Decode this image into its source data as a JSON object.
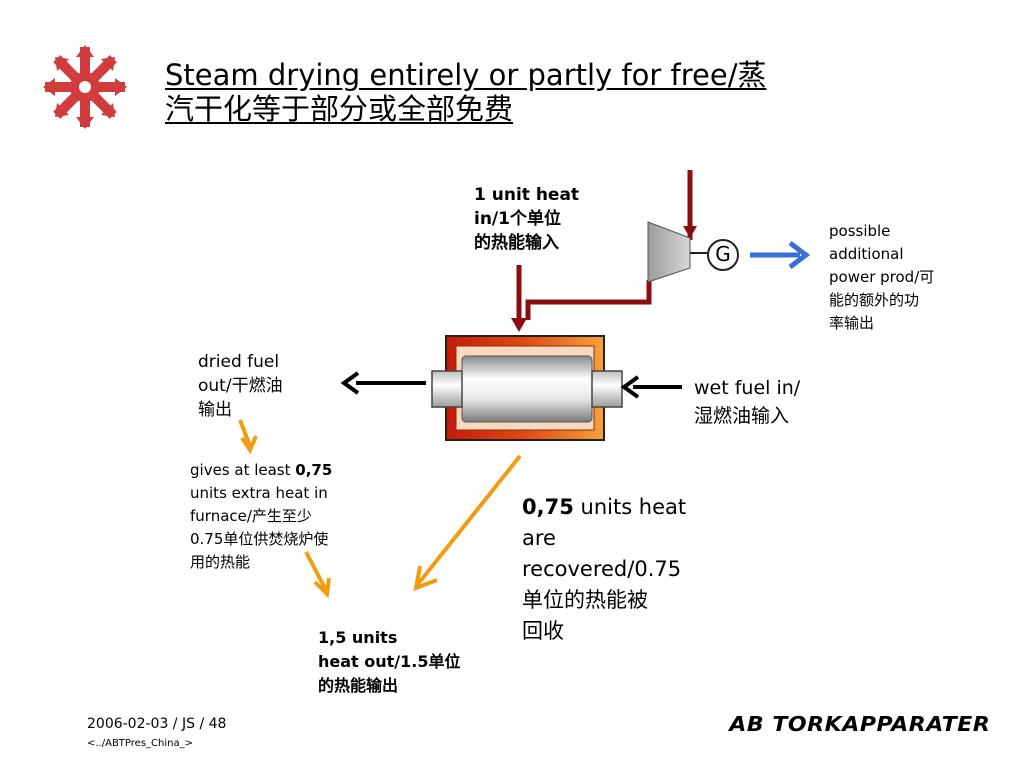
{
  "title": {
    "line1": "Steam drying entirely or partly for free/蒸",
    "line2": "汽干化等于部分或全部免费"
  },
  "labels": {
    "heat_in": [
      "1 unit heat",
      "in/1个单位",
      "的热能输入"
    ],
    "generator": "G",
    "power_out": [
      "possible",
      "additional",
      "power prod/可",
      "能的额外的功",
      "率输出"
    ],
    "dried_fuel": [
      "dried fuel",
      "out/干燃油",
      "输出"
    ],
    "wet_fuel": [
      "wet fuel in/",
      "湿燃油输入"
    ],
    "extra_heat": {
      "line1_prefix": "gives at least ",
      "line1_value": "0,75",
      "line2": "units extra heat in",
      "line3": "furnace/产生至少",
      "line4": "0.75单位供焚烧炉使",
      "line5": "用的热能"
    },
    "recovered": {
      "value": "0,75",
      "line1_suffix": " units heat",
      "line2": "are",
      "line3": "recovered/0.75",
      "line4": "单位的热能被",
      "line5": "回收"
    },
    "heat_out": {
      "symbol": "",
      "line1": " 1,5 units",
      "line2": "heat out/1.5单位",
      "line3": "的热能输出"
    }
  },
  "footer": {
    "date": "2006-02-03 / JS / 48",
    "path": "<../ABTPres_China_>",
    "logo": "AB TORKAPPARATER"
  },
  "colors": {
    "steam_line": "#8b0d0d",
    "power_arrow": "#3a6fd8",
    "heat_arrow": "#f39c12",
    "logo_star": "#d13c3c"
  }
}
